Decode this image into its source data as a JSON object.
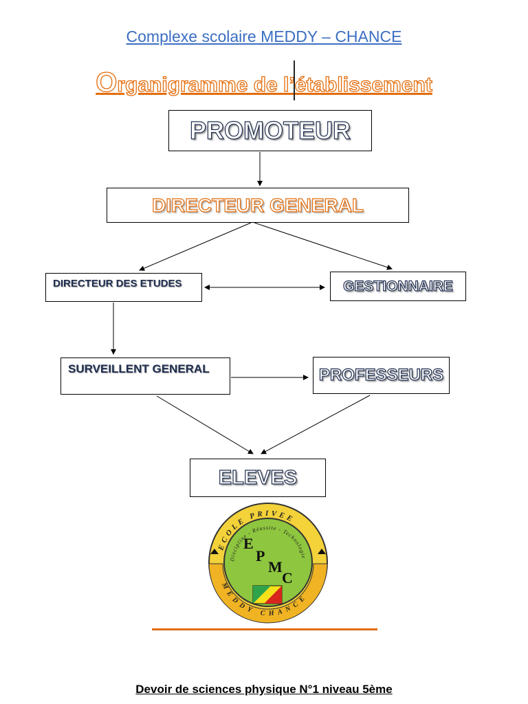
{
  "header": {
    "school_name": "Complexe scolaire MEDDY – CHANCE",
    "chart_title_initial": "O",
    "chart_title_rest": "rganigramme de l’établissement"
  },
  "nodes": {
    "promoteur": "PROMOTEUR",
    "directeur_general": "DIRECTEUR GENERAL",
    "directeur_des_etudes": "DIRECTEUR DES ETUDES",
    "gestionnaire": "GESTIONNAIRE",
    "surveillant_general": "SURVEILLENT GENERAL",
    "professeurs": "PROFESSEURS",
    "eleves": "ELEVES"
  },
  "edges": [
    {
      "from": "promoteur",
      "to": "directeur_general"
    },
    {
      "from": "directeur_general",
      "to": "directeur_des_etudes"
    },
    {
      "from": "directeur_general",
      "to": "gestionnaire"
    },
    {
      "from": "directeur_des_etudes",
      "to": "gestionnaire",
      "bidirectional": true
    },
    {
      "from": "directeur_des_etudes",
      "to": "surveillant_general"
    },
    {
      "from": "surveillant_general",
      "to": "professeurs"
    },
    {
      "from": "surveillant_general",
      "to": "eleves"
    },
    {
      "from": "professeurs",
      "to": "eleves"
    }
  ],
  "logo": {
    "outer_text_top": "ECOLE PRIVEE",
    "outer_text_bottom": "MEDDY CHANCE",
    "motto": "Discipline - Réussite - Technologie",
    "initials": [
      "E",
      "P",
      "M",
      "C"
    ],
    "colors": {
      "ring": "#f3d23a",
      "center": "#8ec63f",
      "band": "#f0b323",
      "flag_green": "#2fa34a",
      "flag_yellow": "#f7e11a",
      "flag_red": "#d7261e"
    }
  },
  "footer": {
    "text": "Devoir de sciences physique N°1 niveau 5ème"
  }
}
